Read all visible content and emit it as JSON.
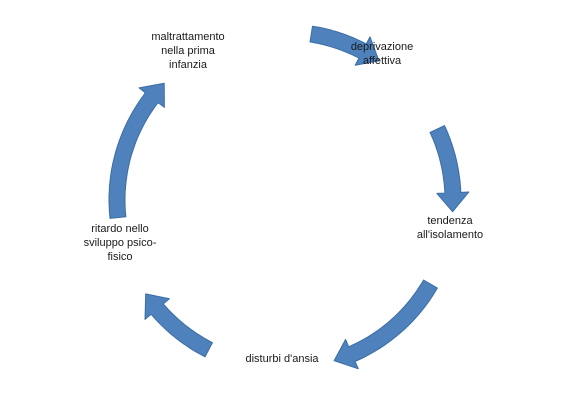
{
  "diagram": {
    "type": "cycle",
    "arrow_color": "#4f81bd",
    "arrow_outline": "#3a6ea5",
    "nodes": [
      {
        "id": "maltrattamento",
        "label": "maltrattamento\nnella prima\ninfanzia"
      },
      {
        "id": "deprivazione",
        "label": "deprivazione\naffettiva"
      },
      {
        "id": "isolamento",
        "label": "tendenza\nall'isolamento"
      },
      {
        "id": "ansia",
        "label": "disturbi d'ansia"
      },
      {
        "id": "ritardo",
        "label": "ritardo nello\nsviluppo psico-\nfisico"
      }
    ]
  }
}
